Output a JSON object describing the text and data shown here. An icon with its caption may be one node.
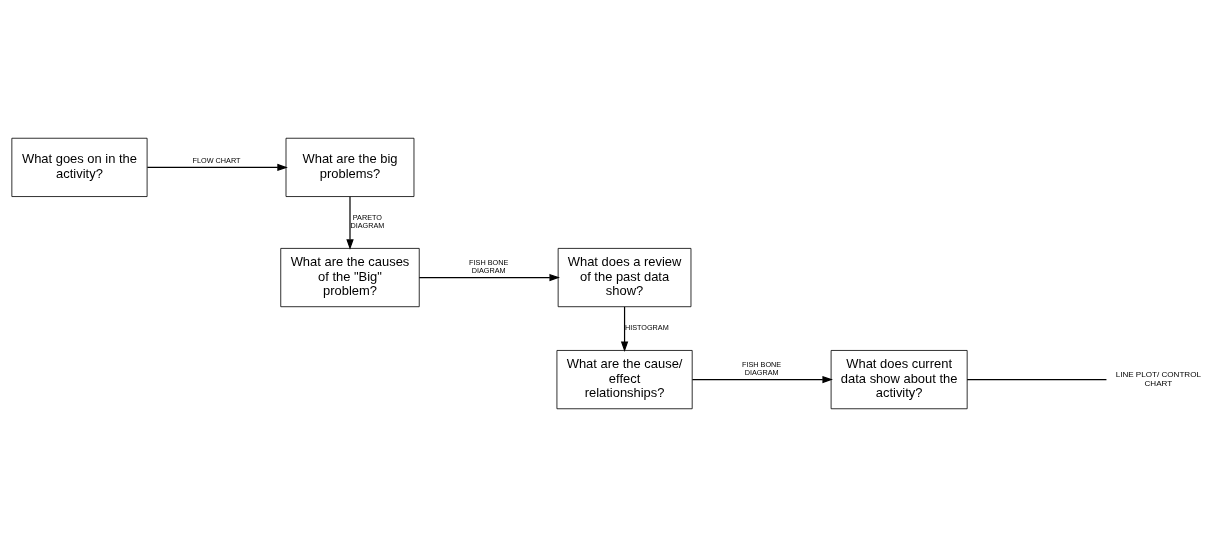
{
  "diagram": {
    "nodes": [
      {
        "text": [
          "What goes on in the activity?"
        ]
      },
      {
        "text": [
          "What are the big problems?"
        ]
      },
      {
        "text": [
          "What are the causes of the \"Big\" problem?"
        ]
      },
      {
        "text": [
          "What does a review of the past data show?"
        ]
      },
      {
        "text": [
          "What are the cause/ effect relationships?"
        ]
      },
      {
        "text": [
          "What does current data show about the activity?"
        ]
      },
      {
        "text": [
          "LINE PLOT/ CONTROL CHART"
        ]
      }
    ],
    "edges": [
      {
        "from": 0,
        "to": 1,
        "arrow": "to",
        "label": "FLOW CHART"
      },
      {
        "from": 1,
        "to": 2,
        "arrow": "to",
        "label": "PARETO DIAGRAM"
      },
      {
        "from": 2,
        "to": 3,
        "arrow": "to",
        "label": "FISH BONE DIAGRAM"
      },
      {
        "from": 3,
        "to": 4,
        "arrow": "to",
        "label": "HISTOGRAM"
      },
      {
        "from": 4,
        "to": 5,
        "arrow": "to",
        "label": "FISH BONE DIAGRAM"
      },
      {
        "from": 5,
        "to": 6,
        "arrow": "none"
      }
    ]
  }
}
